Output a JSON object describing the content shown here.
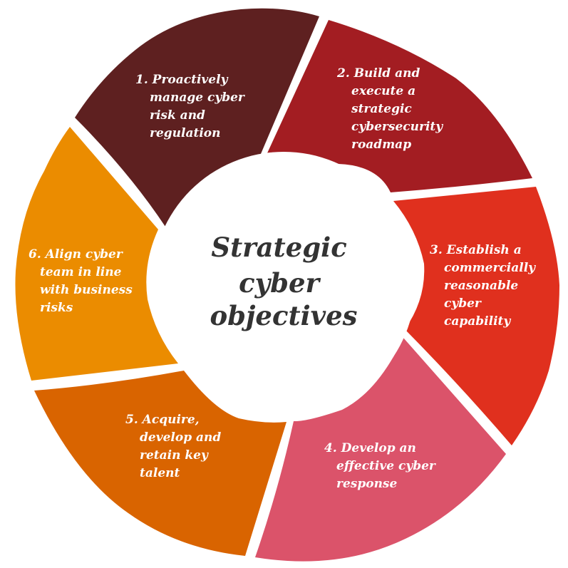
{
  "center": {
    "lines": [
      "Strategic",
      "cyber",
      "objectives"
    ]
  },
  "segments": [
    {
      "lines": [
        "1. Proactively",
        "manage cyber",
        "risk and",
        "regulation"
      ],
      "color": "#5e2020"
    },
    {
      "lines": [
        "2. Build and",
        "execute a",
        "strategic",
        "cybersecurity",
        "roadmap"
      ],
      "color": "#a31d22"
    },
    {
      "lines": [
        "3. Establish a",
        "commercially",
        "reasonable",
        "cyber",
        "capability"
      ],
      "color": "#e0301e"
    },
    {
      "lines": [
        "4. Develop an",
        "effective cyber",
        "response"
      ],
      "color": "#db536a"
    },
    {
      "lines": [
        "5. Acquire,",
        "develop and",
        "retain key",
        "talent"
      ],
      "color": "#d96400"
    },
    {
      "lines": [
        "6. Align cyber",
        "team in line",
        "with business",
        "risks"
      ],
      "color": "#eb8c00"
    }
  ]
}
